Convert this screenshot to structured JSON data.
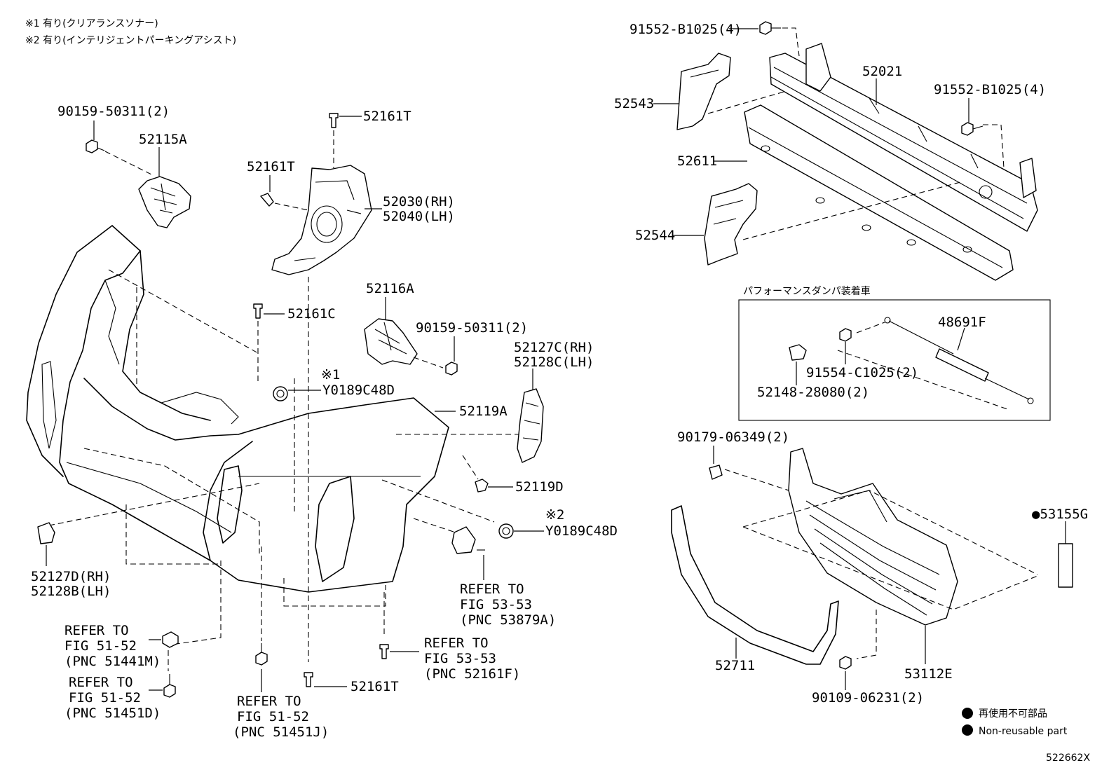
{
  "header_notes": [
    "※1 有り(クリアランスソナー)",
    "※2 有り(インテリジェントパーキングアシスト)"
  ],
  "labels": {
    "p90159_a": "90159-50311(2)",
    "p52115A": "52115A",
    "p52161T_top": "52161T",
    "p52161T_left": "52161T",
    "p52030": "52030(RH)",
    "p52040": "52040(LH)",
    "p52161C": "52161C",
    "p52116A": "52116A",
    "p90159_b": "90159-50311(2)",
    "p52127C": "52127C(RH)",
    "p52128C": "52128C(LH)",
    "note1": "※1",
    "pY0189_a": "Y0189C48D",
    "p52119A": "52119A",
    "p52119D": "52119D",
    "note2": "※2",
    "pY0189_b": "Y0189C48D",
    "p52127D": "52127D(RH)",
    "p52128B": "52128B(LH)",
    "p52161T_bottom": "52161T",
    "p91552_a": "91552-B1025(4)",
    "p52021": "52021",
    "p91552_b": "91552-B1025(4)",
    "p52543": "52543",
    "p52611": "52611",
    "p52544": "52544",
    "box_title": "パフォーマンスダンパ装着車",
    "p48691F": "48691F",
    "p91554": "91554-C1025(2)",
    "p52148": "52148-28080(2)",
    "p90179": "90179-06349(2)",
    "p53155G": "●53155G",
    "p52711": "52711",
    "p53112E": "53112E",
    "p90109": "90109-06231(2)",
    "legend_jp": "再使用不可部品",
    "legend_en": "Non-reusable part",
    "diagram_id": "522662X"
  },
  "refer_blocks": [
    [
      "REFER TO",
      "FIG 53-53",
      "(PNC 53879A)"
    ],
    [
      "REFER TO",
      "FIG 51-52",
      "(PNC 51441M)"
    ],
    [
      "REFER TO",
      "FIG 51-52",
      "(PNC 51451D)"
    ],
    [
      "REFER TO",
      "FIG 51-52",
      "(PNC 51451J)"
    ],
    [
      "REFER TO",
      "FIG 53-53",
      "(PNC 52161F)"
    ]
  ]
}
